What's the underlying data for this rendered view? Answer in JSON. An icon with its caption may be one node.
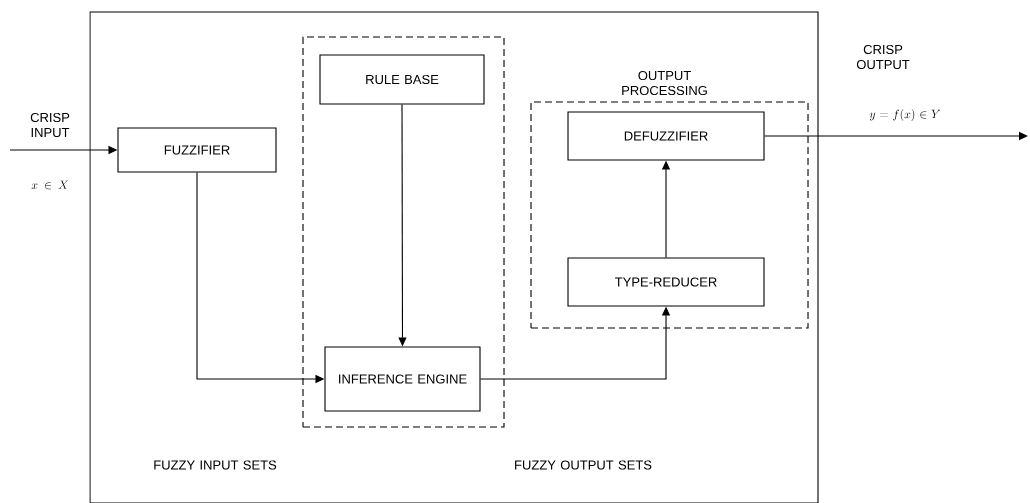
{
  "diagram": {
    "nodes": [
      {
        "text": [
          "FUZZY INPUT SETS",
          "FUZZY OUTPUT SETS"
        ]
      },
      {
        "text": [
          "FUZZIFIER"
        ],
        "in": 0
      },
      {
        "text": [],
        "shape": "box",
        "in": 0
      },
      {
        "text": [
          "RULE BASE"
        ],
        "in": 2
      },
      {
        "text": [
          "INFERENCE ENGINE"
        ],
        "in": 2
      },
      {
        "text": [
          "OUTPUT PROCESSING"
        ],
        "in": 0
      },
      {
        "text": [
          "DEFUZZIFIER"
        ],
        "in": 5
      },
      {
        "text": [
          "TYPE-REDUCER"
        ],
        "in": 5
      }
    ],
    "edges": [
      {
        "from": null,
        "to": 1,
        "arrow": "to"
      },
      {
        "from": 1,
        "to": 4,
        "arrow": "to"
      },
      {
        "from": 3,
        "to": 4,
        "arrow": "to"
      },
      {
        "from": 4,
        "to": 7,
        "arrow": "to"
      },
      {
        "from": 7,
        "to": 6,
        "arrow": "to"
      },
      {
        "from": 6,
        "to": null,
        "arrow": "to"
      }
    ],
    "labels": [
      "CRISP INPUT",
      "x \\in X",
      "CRISP OUTPUT",
      "y = f(x) \\in Y"
    ]
  }
}
